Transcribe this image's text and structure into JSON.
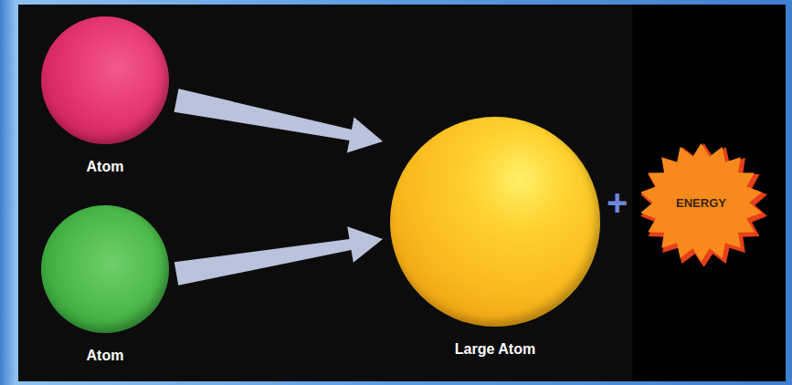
{
  "diagram": {
    "nodes": [
      {
        "text": [
          "Atom"
        ]
      },
      {
        "text": [
          "Atom"
        ]
      },
      {
        "text": [
          "Large Atom"
        ]
      },
      {
        "text": [
          "ENERGY"
        ]
      }
    ],
    "edges": [
      {
        "from": 0,
        "to": 2,
        "arrow": "to"
      },
      {
        "from": 1,
        "to": 2,
        "arrow": "to"
      }
    ],
    "labels": [
      "+"
    ]
  }
}
